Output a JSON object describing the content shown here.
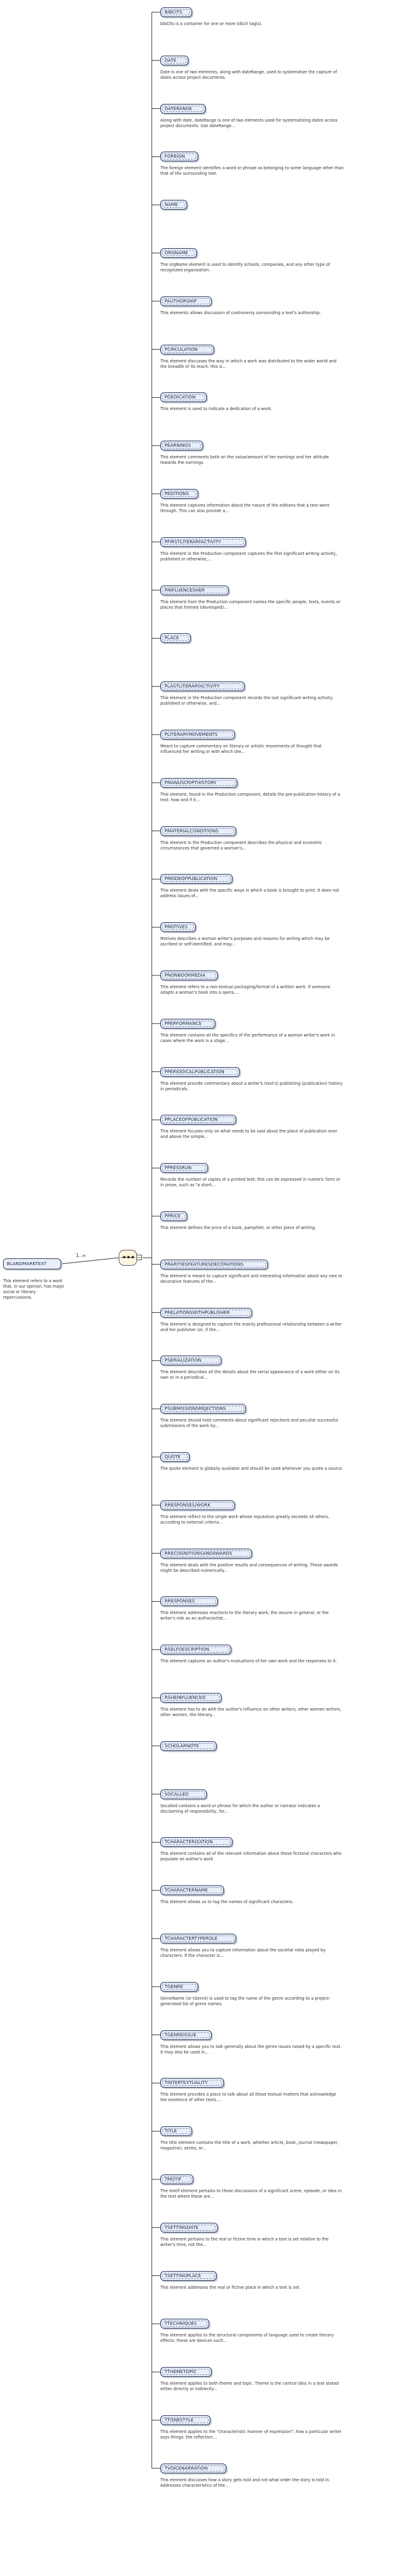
{
  "root": {
    "label": "BLANDMARKTEXT",
    "description": "This element refers to a work that, in our opinion, has major social or literary repercussions."
  },
  "cardinality": "1..∞",
  "elements": [
    {
      "label": "BIBCITS",
      "description": "bibCits is a container for one or more bibcit tag(s)."
    },
    {
      "label": "DATE",
      "description": "Date is one of two elements, along with dateRange, used to systematize the capture of dates across project documents."
    },
    {
      "label": "DATERANGE",
      "description": "Along with date, dateRange is one of two elements used for systematizing dates across project documents. Use dateRange..."
    },
    {
      "label": "FOREIGN",
      "description": "The foreign element identifies a word or phrase as belonging to some language other than that of the surrounding text."
    },
    {
      "label": "NAME",
      "description": ""
    },
    {
      "label": "ORGNAME",
      "description": "The orgName element is used to identify schools, companies, and any other type of recognized organization."
    },
    {
      "label": "PAUTHORSHIP",
      "description": "This elements allows discussion of controversy surrounding a text's authorship."
    },
    {
      "label": "PCIRCULATION",
      "description": "This element discusses the way in which a work was distributed to the wider world and the breadth of its reach: this is..."
    },
    {
      "label": "PDEDICATION",
      "description": "This element is used to indicate a dedication of a work."
    },
    {
      "label": "PEARNINGS",
      "description": "This element comments both on the value/amount of her earnings and her attitude towards the earnings."
    },
    {
      "label": "PEDITIONS",
      "description": "This element captures information about the nature of the editions that a text went through. This can also provide a..."
    },
    {
      "label": "PFIRSTLITERARYACTIVITY",
      "description": "This element in the Production component captures the first significant writing activity, published or otherwise,..."
    },
    {
      "label": "PINFLUENCESHER",
      "description": "This element from the Production component names the specific people, texts, events or places that formed (developed)..."
    },
    {
      "label": "PLACE",
      "description": ""
    },
    {
      "label": "PLASTLITERARYACTIVITY",
      "description": "This element in the Production component records the last significant writing activity, published or otherwise, and..."
    },
    {
      "label": "PLITERARYMOVEMENTS",
      "description": "Meant to capture commentary on literary or artistic movements of thought that influenced her writing or with which she..."
    },
    {
      "label": "PMANUSCRIPTHISTORY",
      "description": "This element, found in the Production component, details the pre-publication history of a text: how and if it..."
    },
    {
      "label": "PMATERIALCONDITIONS",
      "description": "This element in the Production component describes the physical and economic circumstances that governed a woman's..."
    },
    {
      "label": "PMODEOFPUBLICATION",
      "description": "This element deals with the specific ways in which a book is brought to print. It does not address issues of..."
    },
    {
      "label": "PMOTIVES",
      "description": "Motives describes a woman writer's purposes and reasons for writing which may be ascribed or self-identified, and may..."
    },
    {
      "label": "PNONBOOKMEDIA",
      "description": "This element refers to a non-textual packaging/format of a written work. If someone adapts a woman's book into a opera,..."
    },
    {
      "label": "PPERFORMANCE",
      "description": "This element contains all the specifics of the performance of a woman writer's work in cases where the work is a stage..."
    },
    {
      "label": "PPERIODICALPUBLICATION",
      "description": "This element provide commentary about a writer's (text's) publishing (publication) history in periodicals."
    },
    {
      "label": "PPLACEOFPUBLICATION",
      "description": "This element focuses only on what needs to be said about the place of publication over and above the simple..."
    },
    {
      "label": "PPRESSRUN",
      "description": "Records the number of copies of a printed text; this can be expressed in numeric form or in prose, such as \"a short..."
    },
    {
      "label": "PPRICE",
      "description": "This element defines the price of a book, pamphlet, or other piece of writing."
    },
    {
      "label": "PRARITIESFEATURESDECORATIONS",
      "description": "This element is meant to capture significant and interesting information about any rare or decorative features of the..."
    },
    {
      "label": "PRELATIONSWITHPUBLISHER",
      "description": "This element is designed to capture the mainly professional relationship between a writer and her publisher (or, if the..."
    },
    {
      "label": "PSERIALIZATION",
      "description": "This element describes all the details about the serial appearance of a work either on its own or in a periodical..."
    },
    {
      "label": "PSUBMISSIONSREJECTIONS",
      "description": "This element should hold comments about significant rejections and peculiar successful submissions of the work by..."
    },
    {
      "label": "QUOTE",
      "description": "The quote element is globally available and should be used whenever you quote a source."
    },
    {
      "label": "RRESPONSES/WORK",
      "description": "This element reflect to the single work whose reputation greatly exceeds all others, according to external criteria..."
    },
    {
      "label": "RRECOGNITIONSANDAWARDS",
      "description": "This element deals with the positive results and consequences of writing. These awards might be described numerically..."
    },
    {
      "label": "RRESPONSES",
      "description": "This element addresses reactions to the literary work, the oeuvre in general, or the writer's role as an author/artist..."
    },
    {
      "label": "RSELFDESCRIPTION",
      "description": "This element captures an author's evaluations of her own work and the responses to it."
    },
    {
      "label": "RSHEINFLUENCED",
      "description": "This element has to do with the author's influence on other writers, other women writers, other women, the literary..."
    },
    {
      "label": "SCHOLARNOTE",
      "description": ""
    },
    {
      "label": "SOCALLED",
      "description": "Socalled contains a word or phrase for which the author or narrator indicates a disclaiming of responsibility, for..."
    },
    {
      "label": "TCHARACTERIZATION",
      "description": "This element contains all of the relevant information about those fictional characters who populate an author's work"
    },
    {
      "label": "TCHARACTERNAME",
      "description": "This element allows us to tag the names of significant characters."
    },
    {
      "label": "TCHARACTERTYPEROLE",
      "description": "This element allows you to capture information about the societal roles played by characters. If the character is..."
    },
    {
      "label": "TGENRE",
      "description": "GenreName (or tGenre) is used to tag the name of the genre according to a project-generated list of genre names."
    },
    {
      "label": "TGENREISSUE",
      "description": "This element allows you to talk generally about the genre issues raised by a specific text. It may also be used in..."
    },
    {
      "label": "TINTERTEXTUALITY",
      "description": "This element provides a place to talk about all those textual matters that acknowledge the existence of other texts...."
    },
    {
      "label": "TITLE",
      "description": "The title element contains the title of a work, whether article, book, journal (newspaper, magazine), series, or..."
    },
    {
      "label": "TMOTIF",
      "description": "The motif element pertains to those discussions of a significant scene, episode, or idea in the text where these are..."
    },
    {
      "label": "TSETTINGDATE",
      "description": "This element pertains to the real or fictive time in which a text is set relative to the writer's time, not the..."
    },
    {
      "label": "TSETTINGPLACE",
      "description": "This element addresses the real or fictive place in which a text is set."
    },
    {
      "label": "TTECHNIQUES",
      "description": "This element applies to the structural components of language used to create literary effects: these are devices such..."
    },
    {
      "label": "TTHEMETOPIC",
      "description": "This element applies to both theme and topic. Theme is the central idea in a text stated either directly or indirectly..."
    },
    {
      "label": "TTONESTYLE",
      "description": "This element applies to the \"characteristic manner of expression\"; how a particular writer says things: the reflection..."
    },
    {
      "label": "TVOICENARRATION",
      "description": "This element discusses how a story gets told and not what order the story is told in. Addresses characteristics of the..."
    }
  ]
}
